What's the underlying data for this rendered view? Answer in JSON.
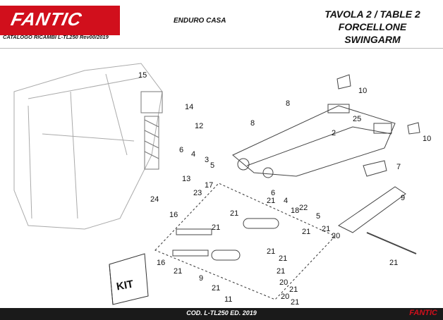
{
  "header": {
    "brand": "FANTIC",
    "catalog": "CATALOGO RICAMBI L-TL250 Rev00/2019",
    "model": "ENDURO CASA",
    "title_line1": "TAVOLA 2 / TABLE 2",
    "title_line2": "FORCELLONE",
    "title_line3": "SWINGARM"
  },
  "diagram": {
    "kit_label": "KIT",
    "callouts": [
      "15",
      "14",
      "12",
      "6",
      "4",
      "3",
      "5",
      "8",
      "2",
      "25",
      "10",
      "8",
      "10",
      "7",
      "13",
      "23",
      "24",
      "17",
      "6",
      "4",
      "22",
      "5",
      "9",
      "21",
      "18",
      "21",
      "16",
      "21",
      "21",
      "21",
      "20",
      "21",
      "21",
      "16",
      "21",
      "9",
      "21",
      "21",
      "20",
      "21",
      "21",
      "11",
      "21",
      "20"
    ]
  },
  "footer": {
    "code": "COD. L-TL250  ED. 2019",
    "brand": "FANTIC"
  },
  "colors": {
    "brand_red": "#d10f1c",
    "footer_bg": "#1a1a1a"
  }
}
